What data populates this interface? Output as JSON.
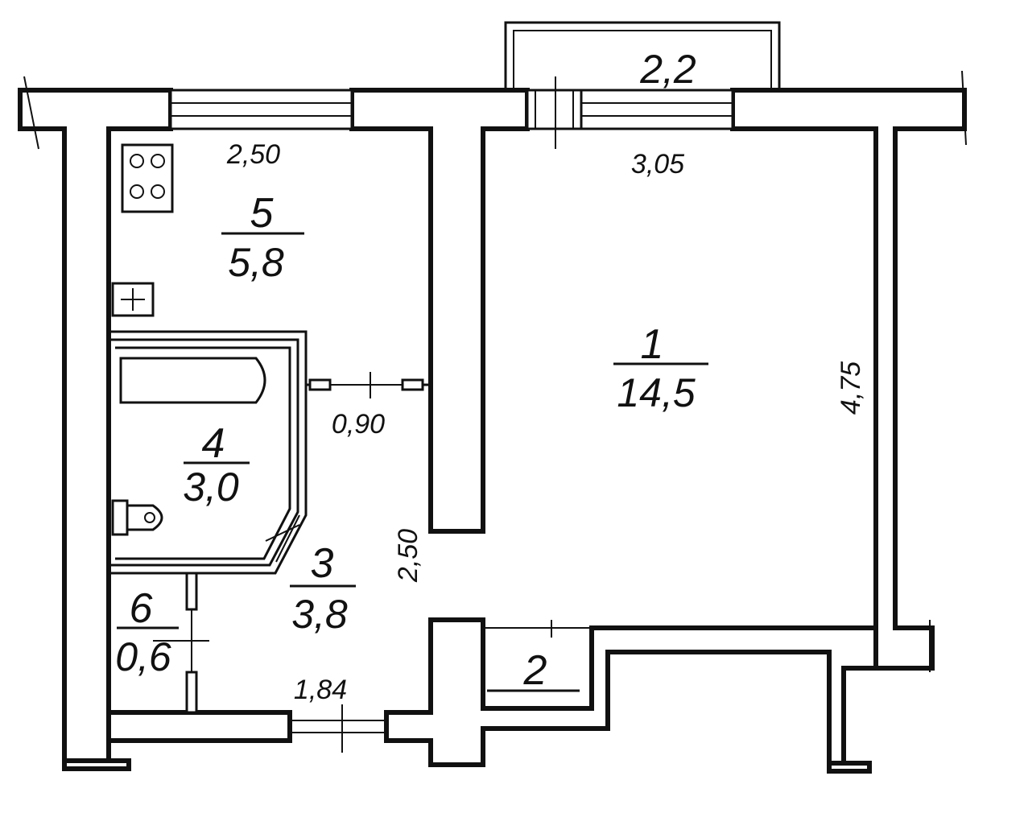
{
  "rooms": [
    {
      "number": "1",
      "area": "14,5"
    },
    {
      "number": "2",
      "area": ""
    },
    {
      "number": "3",
      "area": "3,8"
    },
    {
      "number": "4",
      "area": "3,0"
    },
    {
      "number": "5",
      "area": "5,8"
    },
    {
      "number": "6",
      "area": "0,6"
    }
  ],
  "balcony": {
    "area": "2,2"
  },
  "dimensions": {
    "kitchen_width": "2,50",
    "room_width": "3,05",
    "room_length": "4,75",
    "bath_door": "0,90",
    "hall_length": "2,50",
    "entry_door": "1,84"
  }
}
